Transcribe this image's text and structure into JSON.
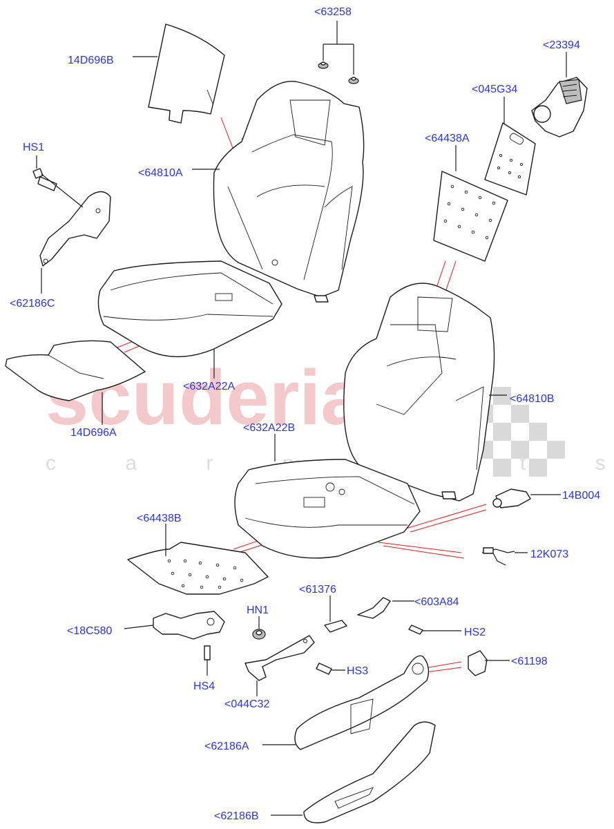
{
  "watermark": {
    "brand": "scuderia",
    "sub": "c a r   p a r t s"
  },
  "labels": {
    "p63258": "<63258",
    "p14D696B": "14D696B",
    "p23394": "<23394",
    "p045G34": "<045G34",
    "pHS1": "HS1",
    "p64438A": "<64438A",
    "p64810A": "<64810A",
    "p62186C": "<62186C",
    "p632A22A": "<632A22A",
    "p14D696A": "14D696A",
    "p64810B": "<64810B",
    "p632A22B": "<632A22B",
    "p14B004": "14B004",
    "p64438B": "<64438B",
    "p12K073": "12K073",
    "p61376": "<61376",
    "p603A84": "<603A84",
    "pHN1": "HN1",
    "p18C580": "<18C580",
    "pHS2": "HS2",
    "pHS3": "HS3",
    "pHS4": "HS4",
    "p044C32": "<044C32",
    "p61198": "<61198",
    "p62186A": "<62186A",
    "p62186B": "<62186B"
  }
}
